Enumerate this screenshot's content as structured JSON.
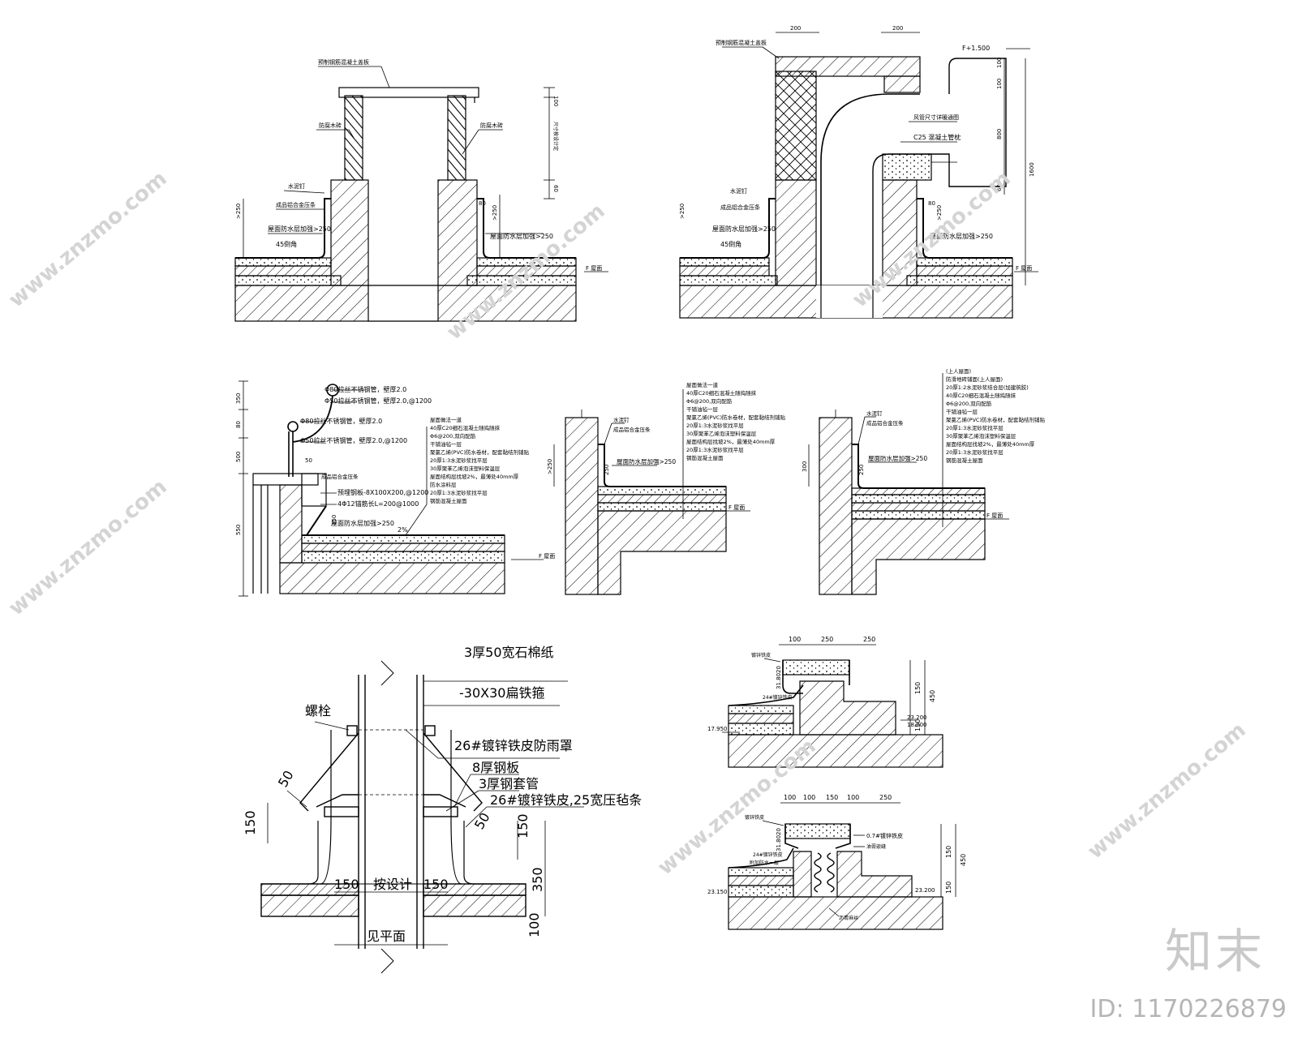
{
  "watermark": {
    "site": "www.znzmo.com",
    "brand": "知末",
    "id_text": "ID: 1170226879"
  },
  "detail_1": {
    "top_label": "预制钢筋混凝土盖板",
    "left_label": "防腐木砖",
    "right_label": "防腐木砖",
    "left_notes": [
      "水泥钉",
      "成品铝合金压条",
      "屋面防水层加强>250"
    ],
    "right_notes": [
      "屋面防水层加强>250"
    ],
    "chamfer": "45倒角",
    "dims_v": [
      "100",
      "60",
      "80",
      ">250",
      ">250"
    ],
    "vertical_note": "尺寸按设计定",
    "floor": "F 屋面"
  },
  "detail_2": {
    "top_label": "预制钢筋混凝土盖板",
    "dims_top": [
      "200",
      "200"
    ],
    "level": "F+1.500",
    "notes": [
      "风管尺寸详暖通图",
      "C25 混凝土管枕"
    ],
    "dims_v": [
      "100",
      "100",
      "800",
      "60",
      "1600",
      "80",
      ">250",
      ">250"
    ],
    "left_notes": [
      "水泥钉",
      "成品铝合金压条",
      "屋面防水层加强>250"
    ],
    "right_notes": [
      "屋面防水层加强>250"
    ],
    "chamfer": "45倒角",
    "floor": "F 屋面"
  },
  "detail_3": {
    "rail_notes": [
      "Φ80拉丝不锈钢管，壁厚2.0",
      "Φ50拉丝不锈钢管，壁厚2.0,@1200",
      "Φ80拉丝不锈钢管，壁厚2.0",
      "Φ50拉丝不锈钢管，壁厚2.0,@1200"
    ],
    "layers": [
      "屋面做法一道",
      "40厚C20细石混凝土随捣随抹",
      "Φ6@200,双向配筋",
      "干铺油毡一层",
      "聚氯乙烯(PVC)防水卷材，配套黏结剂铺贴",
      "20厚1:3水泥砂浆找平层",
      "30厚聚苯乙烯泡沫塑料保温层",
      "屋面结构层找坡2%，最薄处40mm厚",
      "防水涂料层",
      "20厚1:3水泥砂浆找平层",
      "钢筋混凝土屋面"
    ],
    "dims_v": [
      "350",
      "80",
      "500",
      "50",
      "150",
      "550"
    ],
    "plate_note": "预埋钢板-8X100X200,@1200",
    "rebar_note": "4Φ12锚筋长L=200@1000",
    "side_note": "成品铝合金压条",
    "reinforce": "屋面防水层加强>250",
    "slope": "2%",
    "floor": "F 屋面"
  },
  "detail_4": {
    "layers": [
      "屋面做法一道",
      "40厚C20细石混凝土随捣随抹",
      "Φ6@200,双向配筋",
      "干铺油毡一层",
      "聚氯乙烯(PVC)防水卷材，配套黏结剂铺贴",
      "20厚1:3水泥砂浆找平层",
      "30厚聚苯乙烯泡沫塑料保温层",
      "屋面结构层找坡2%，最薄处40mm厚",
      "20厚1:3水泥砂浆找平层",
      "钢筋混凝土屋面"
    ],
    "notes": [
      "水泥钉",
      "成品铝合金压条",
      "屋面防水层加强>250"
    ],
    "dims_v": [
      ">250",
      "250"
    ],
    "floor": "F 屋面"
  },
  "detail_5": {
    "layers": [
      "(上人屋面)",
      "防滑地砖铺面(上人屋面)",
      "20厚1:2水泥砂浆结合层(加建筑胶)",
      "40厚C20细石混凝土随捣随抹",
      "Φ6@200,双向配筋",
      "干铺油毡一层",
      "聚氯乙烯(PVC)防水卷材，配套黏结剂铺贴",
      "20厚1:3水泥砂浆找平层",
      "30厚聚苯乙烯泡沫塑料保温层",
      "屋面结构层找坡2%，最薄处40mm厚",
      "20厚1:3水泥砂浆找平层",
      "钢筋混凝土屋面"
    ],
    "notes": [
      "水泥钉",
      "成品铝合金压条",
      "屋面防水层加强>250"
    ],
    "dims_v": [
      "300",
      "250"
    ],
    "floor": "F 屋面"
  },
  "detail_6": {
    "labels": [
      "螺栓",
      "3厚50宽石棉纸",
      "-30X30扁铁箍",
      "26#镀锌铁皮防雨罩",
      "8厚钢板",
      "3厚钢套管",
      "26#镀锌铁皮,25宽压毡条"
    ],
    "dims": [
      "50",
      "150",
      "150",
      "50",
      "350",
      "150",
      "150",
      "100"
    ],
    "center_label": "按设计",
    "bottom_label": "见平面"
  },
  "detail_7": {
    "dims_top": [
      "100",
      "250",
      "250"
    ],
    "dims_v": [
      "150",
      "450",
      "150"
    ],
    "levels": [
      "31.8020",
      "17.950",
      "23.200",
      "18.000"
    ],
    "notes": [
      "镀锌铁皮",
      "24#镀锌铁皮"
    ]
  },
  "detail_8": {
    "dims_top": [
      "100",
      "100",
      "150",
      "100",
      "250"
    ],
    "dims_v": [
      "150",
      "450",
      "150"
    ],
    "levels": [
      "31.8020",
      "23.150",
      "23.200"
    ],
    "notes": [
      "镀锌铁皮",
      "24#镀锌铁皮",
      "附加防水一层",
      "0.7#镀锌铁皮",
      "油膏嵌缝",
      "沥青麻丝"
    ]
  }
}
